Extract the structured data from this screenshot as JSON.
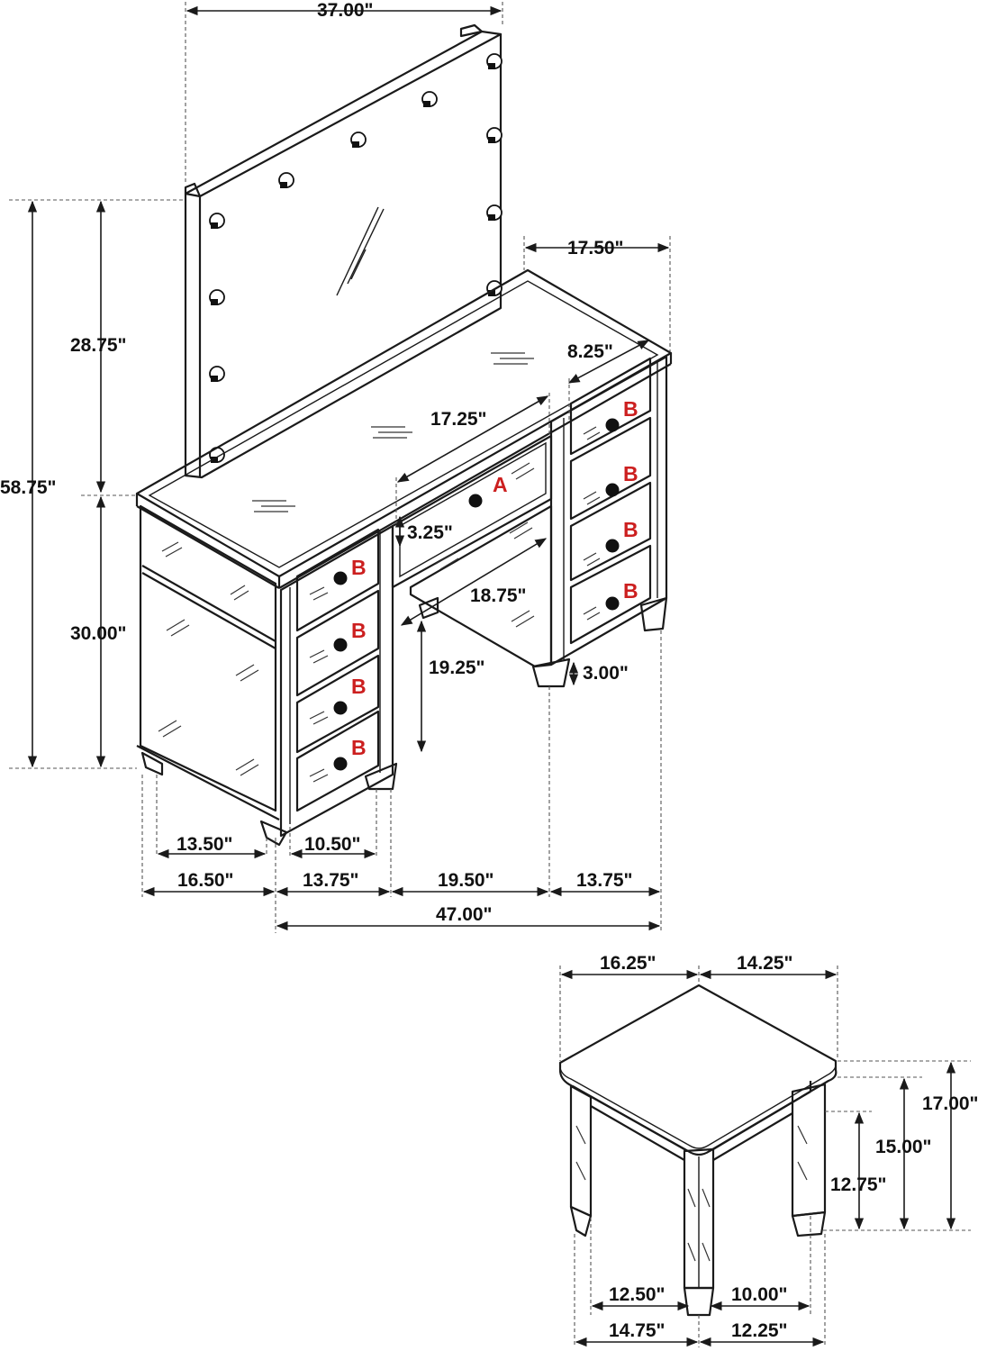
{
  "vanity": {
    "dims": {
      "mirror_width": "37.00\"",
      "mirror_height": "28.75\"",
      "total_height": "58.75\"",
      "desk_height": "30.00\"",
      "depth": "17.50\"",
      "side_drawer_depth": "8.25\"",
      "center_drawer_depth": "17.25\"",
      "center_drawer_height": "3.25\"",
      "knee_depth": "18.75\"",
      "knee_height": "19.25\"",
      "leg_height": "3.00\"",
      "inner_left_width": "13.50\"",
      "drawer_inner_width": "10.50\"",
      "left_cabinet_width": "16.50\"",
      "left_drawers_width": "13.75\"",
      "knee_width": "19.50\"",
      "right_drawers_width": "13.75\"",
      "total_width": "47.00\""
    },
    "labels": {
      "center_drawer": "A",
      "side_drawer": "B"
    }
  },
  "stool": {
    "dims": {
      "top_width_left": "16.25\"",
      "top_width_right": "14.25\"",
      "total_height": "17.00\"",
      "apron_height": "15.00\"",
      "leg_inner_height": "12.75\"",
      "inner_width_left": "12.50\"",
      "inner_width_right": "10.00\"",
      "outer_width_left": "14.75\"",
      "outer_width_right": "12.25\""
    }
  }
}
